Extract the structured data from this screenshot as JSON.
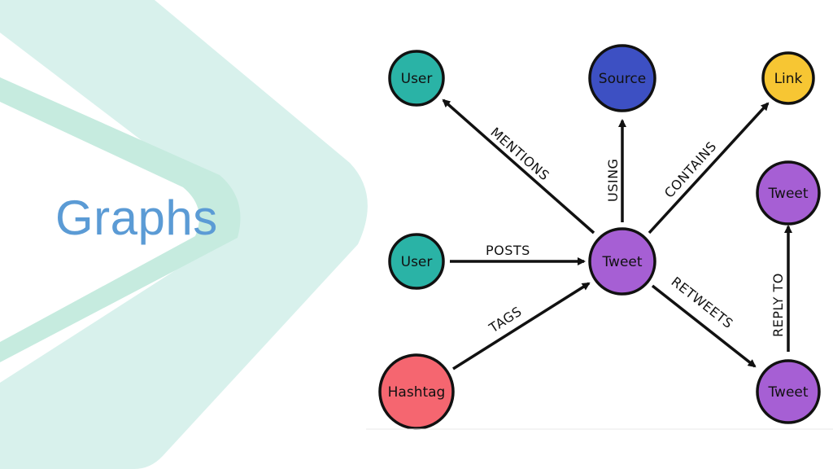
{
  "slide": {
    "title": "Graphs"
  },
  "theme": {
    "title_color": "#5b9bd5",
    "accent_shape_color": "#cdeee3",
    "accent_shape_color_light": "#d8f1ec"
  },
  "diagram": {
    "nodes": [
      {
        "id": "user-top",
        "label": "User",
        "color": "#2ab3a6"
      },
      {
        "id": "source",
        "label": "Source",
        "color": "#3d50c3"
      },
      {
        "id": "link",
        "label": "Link",
        "color": "#f7c633"
      },
      {
        "id": "tweet-top-right",
        "label": "Tweet",
        "color": "#a65fd4"
      },
      {
        "id": "user-mid",
        "label": "User",
        "color": "#2ab3a6"
      },
      {
        "id": "tweet-center",
        "label": "Tweet",
        "color": "#a65fd4"
      },
      {
        "id": "hashtag",
        "label": "Hashtag",
        "color": "#f56670"
      },
      {
        "id": "tweet-bottom-right",
        "label": "Tweet",
        "color": "#a65fd4"
      }
    ],
    "edges": [
      {
        "from": "tweet-center",
        "to": "user-top",
        "label": "MENTIONS"
      },
      {
        "from": "tweet-center",
        "to": "source",
        "label": "USING"
      },
      {
        "from": "tweet-center",
        "to": "link",
        "label": "CONTAINS"
      },
      {
        "from": "user-mid",
        "to": "tweet-center",
        "label": "POSTS"
      },
      {
        "from": "hashtag",
        "to": "tweet-center",
        "label": "TAGS"
      },
      {
        "from": "tweet-center",
        "to": "tweet-bottom-right",
        "label": "RETWEETS"
      },
      {
        "from": "tweet-bottom-right",
        "to": "tweet-top-right",
        "label": "REPLY TO"
      }
    ]
  }
}
